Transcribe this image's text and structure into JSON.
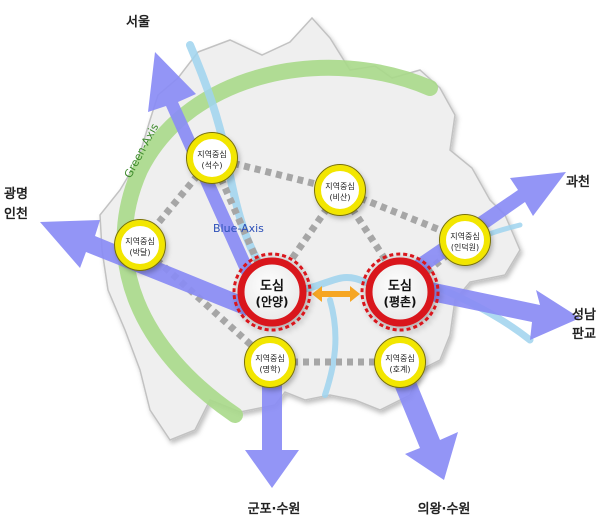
{
  "destinations": {
    "seoul": "서울",
    "gwangmyeong_incheon_1": "광명",
    "gwangmyeong_incheon_2": "인천",
    "gwacheon": "과천",
    "seongnam_pangyo_1": "성남",
    "seongnam_pangyo_2": "판교",
    "gunpo_suwon": "군포·수원",
    "uiwang_suwon": "의왕·수원"
  },
  "axes": {
    "green": "Green-Axis",
    "blue": "Blue-Axis"
  },
  "regional_centers": {
    "title": "지역중심",
    "seoksu": "(석수)",
    "bisan": "(비산)",
    "bakdal": "(박달)",
    "indeogwon": "(인덕원)",
    "myeonghak": "(명학)",
    "hogye": "(호계)"
  },
  "city_centers": {
    "title": "도심",
    "anyang": "(안양)",
    "pyeongchon": "(평촌)"
  },
  "colors": {
    "arrow": "#8a8cf5",
    "green_axis": "#a9d98a",
    "blue_axis": "#9fd3ee",
    "region": "#f0f0f0",
    "link": "#a6a6a6",
    "core_ring": "#d9141b",
    "sub_ring": "#f2e600",
    "core_link": "#f6a623"
  }
}
